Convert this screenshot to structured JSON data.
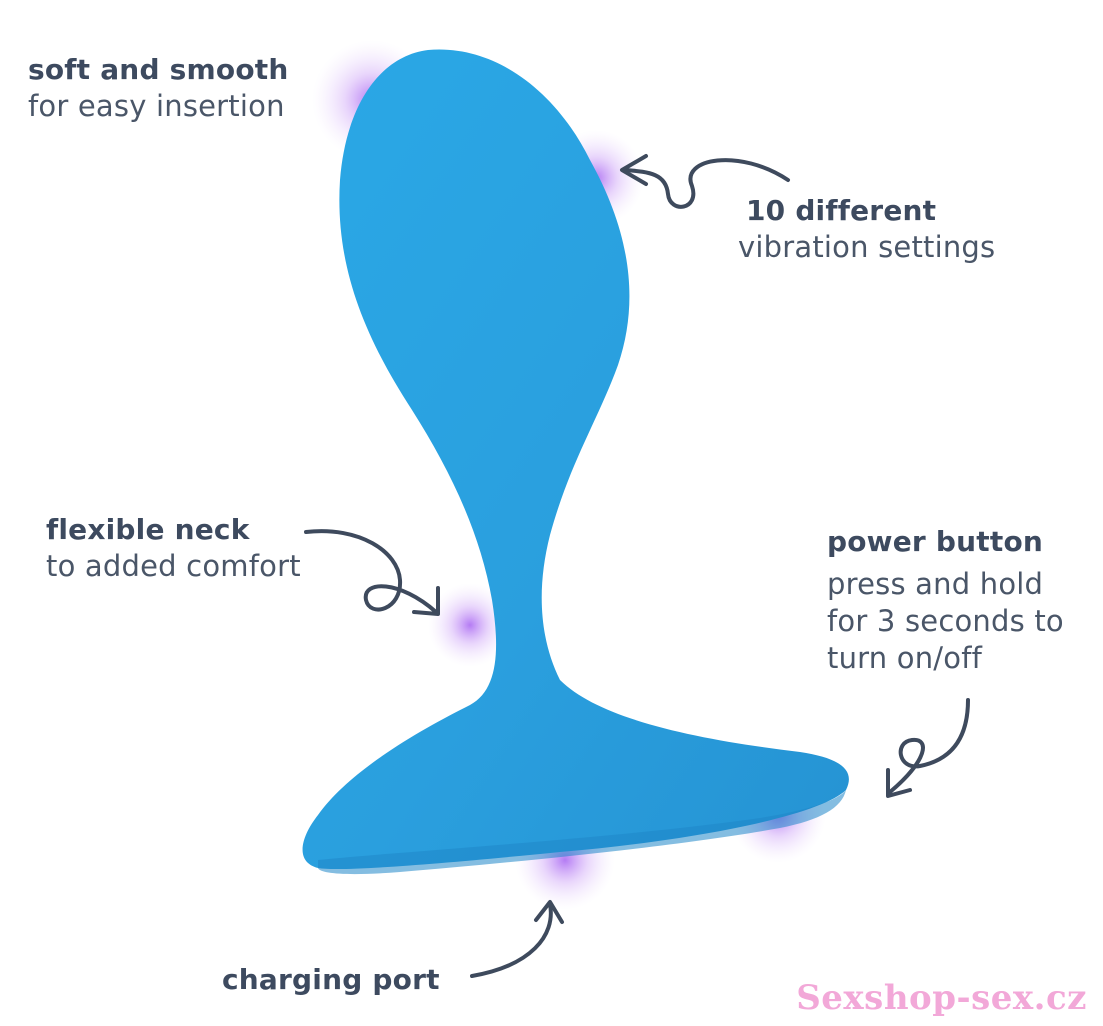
{
  "callouts": {
    "soft": {
      "title": "soft and smooth",
      "desc": "for easy insertion"
    },
    "vibration": {
      "title": "10 different",
      "desc": "vibration settings"
    },
    "neck": {
      "title": "flexible neck",
      "desc": "to added comfort"
    },
    "power": {
      "title": "power button",
      "desc_lines": [
        "press and hold",
        "for 3 seconds to",
        "turn on/off"
      ]
    },
    "charging": {
      "title": "charging port"
    }
  },
  "watermark": "Sexshop-sex.cz",
  "colors": {
    "product": "#27a4e0",
    "glow": "#b36cf0",
    "text": "#3d4a5f",
    "arrow": "#3e4a5d",
    "watermark": "#f2a8d8"
  }
}
